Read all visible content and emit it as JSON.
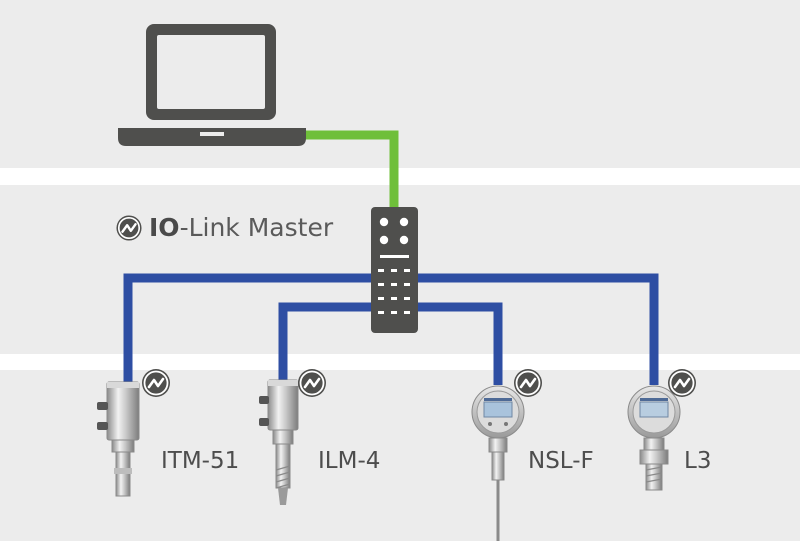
{
  "master": {
    "label_prefix": "IO",
    "label_suffix": "-Link Master",
    "icon": "io-link-icon"
  },
  "computer": {
    "icon": "laptop-icon"
  },
  "devices": [
    {
      "name": "ITM-51",
      "icon": "io-link-icon"
    },
    {
      "name": "ILM-4",
      "icon": "io-link-icon"
    },
    {
      "name": "NSL-F",
      "icon": "io-link-icon"
    },
    {
      "name": "L3",
      "icon": "io-link-icon"
    }
  ],
  "colors": {
    "background": "#ececec",
    "band": "#ffffff",
    "ethernet_cable": "#6fbf3a",
    "io_link_cable": "#2e4ea3",
    "hardware_dark": "#4f4f4d",
    "text": "#4d4d4d"
  }
}
